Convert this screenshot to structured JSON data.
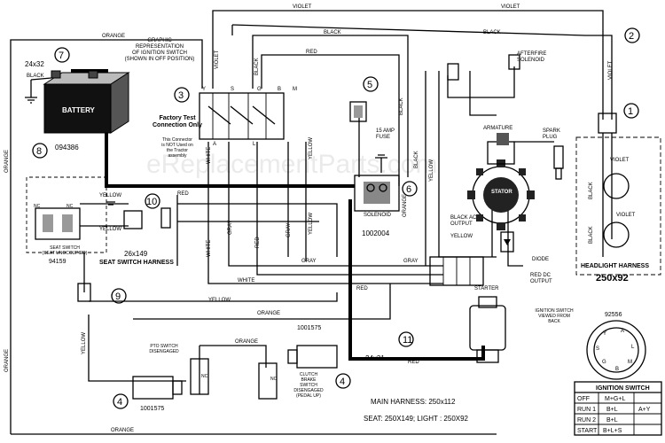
{
  "wires": {
    "violet": "VIOLET",
    "black": "BLACK",
    "orange": "ORANGE",
    "red": "RED",
    "yellow": "YELLOW",
    "white": "WHITE",
    "gray": "GRAY",
    "red_dc_output": "RED DC\nOUTPUT",
    "black_ac_output": "BLACK AC\nOUTPUT"
  },
  "callouts": [
    "1",
    "2",
    "3",
    "4",
    "4",
    "5",
    "6",
    "7",
    "8",
    "9",
    "10",
    "11"
  ],
  "ignition_graphic": {
    "title": "GRAPHIC\nREPRESENTATION\nOF IGNITION SWITCH\n(SHOWN IN OFF POSITION)",
    "terminals": [
      "Y",
      "S",
      "G",
      "B",
      "M",
      "A",
      "L"
    ]
  },
  "factory_test": {
    "title": "Factory Test\nConnection Only",
    "note": "This Connector\nis NOT Used on\nthe Tractor\nassembly"
  },
  "battery": {
    "label": "BATTERY",
    "part": "094386",
    "cable": "24x32",
    "wire": "BLACK"
  },
  "fuse": {
    "label": "15 AMP\nFUSE"
  },
  "solenoid": {
    "label": "SOLENOID",
    "part": "1002004"
  },
  "afterfire": {
    "label": "AFTERFIRE\nSOLENOID"
  },
  "armature": "ARMATURE",
  "spark_plug": "SPARK\nPLUG",
  "stator": "STATOR",
  "diode": "DIODE",
  "starter": "STARTER",
  "starter_cable": "24x31",
  "seat_switch": {
    "label": "SEAT SWITCH\n(SEAT UNOCCUPIED)",
    "part": "94159",
    "nc": "NC"
  },
  "seat_harness": {
    "label": "SEAT SWITCH HARNESS",
    "size": "26x149"
  },
  "headlight_harness": {
    "label": "HEADLIGHT HARNESS",
    "size": "250x92"
  },
  "pto_switch": {
    "label": "PTO SWITCH\nDISENGAGED",
    "part": "1001575",
    "nc": "NC"
  },
  "clutch_switch": {
    "label": "CLUTCH\nBRAKE\nSWITCH\nDISENGAGED\n(PEDAL UP)",
    "part": "1001575",
    "no": "NO"
  },
  "ignition_switch_back": {
    "label": "IGNITION SWITCH\nVIEWED FROM\nBACK",
    "part": "92556",
    "pins": [
      "Y",
      "A",
      "S",
      "L",
      "G",
      "M",
      "B"
    ]
  },
  "harness_summary": {
    "main": "MAIN HARNESS: 250x112",
    "seat_light": "SEAT: 250X149;    LIGHT : 250X92"
  },
  "ignition_table": {
    "title": "IGNITION SWITCH",
    "rows": [
      [
        "OFF",
        "M+G+L",
        ""
      ],
      [
        "RUN 1",
        "B+L",
        "A+Y"
      ],
      [
        "RUN 2",
        "B+L",
        ""
      ],
      [
        "START",
        "B+L+S",
        ""
      ]
    ]
  },
  "watermark": "eReplacementParts.com"
}
